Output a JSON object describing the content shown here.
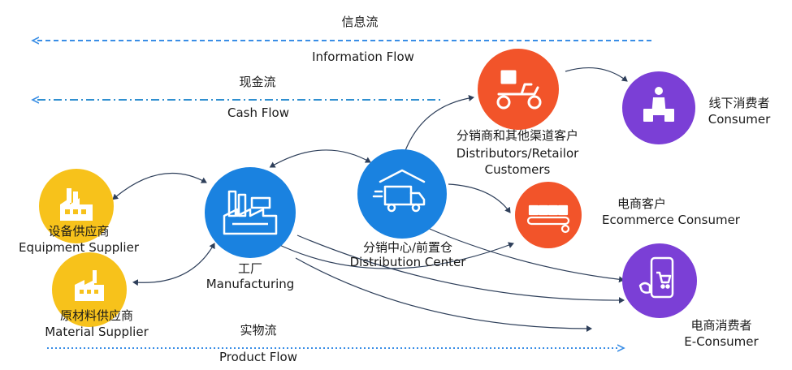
{
  "flows": {
    "information": {
      "zh": "信息流",
      "en": "Information Flow"
    },
    "cash": {
      "zh": "现金流",
      "en": "Cash Flow"
    },
    "product": {
      "zh": "实物流",
      "en": "Product Flow"
    }
  },
  "nodes": {
    "equipment": {
      "zh": "设备供应商",
      "en": "Equipment Supplier",
      "icon": "factory-icon"
    },
    "material": {
      "zh": "原材料供应商",
      "en": "Material Supplier",
      "icon": "warehouse-icon"
    },
    "manufacturing": {
      "zh": "工厂",
      "en": "Manufacturing",
      "icon": "factory-building-icon"
    },
    "distribution": {
      "zh": "分销中心/前置仓",
      "en": "Distribution Center",
      "icon": "delivery-truck-icon"
    },
    "distributors": {
      "zh": "分销商和其他渠道客户",
      "en1": "Distributors/Retailor",
      "en2": "Customers",
      "icon": "scooter-delivery-icon"
    },
    "ecommerce_customer": {
      "zh": "电商客户",
      "en": "Ecommerce Consumer",
      "icon": "conveyor-icon"
    },
    "offline_consumer": {
      "zh": "线下消费者",
      "en": "Consumer",
      "icon": "shopping-bags-icon"
    },
    "e_consumer": {
      "zh": "电商消费者",
      "en": "E-Consumer",
      "icon": "mobile-shopping-icon"
    }
  },
  "colors": {
    "blue": "#1a82e0",
    "yellow": "#f7c21b",
    "orange": "#f2542a",
    "purple": "#7b3fd6",
    "info_line": "#3a8ee6",
    "cash_line": "#2f8fd0",
    "product_line": "#3a8ee6",
    "arrow": "#2e3f5a"
  }
}
